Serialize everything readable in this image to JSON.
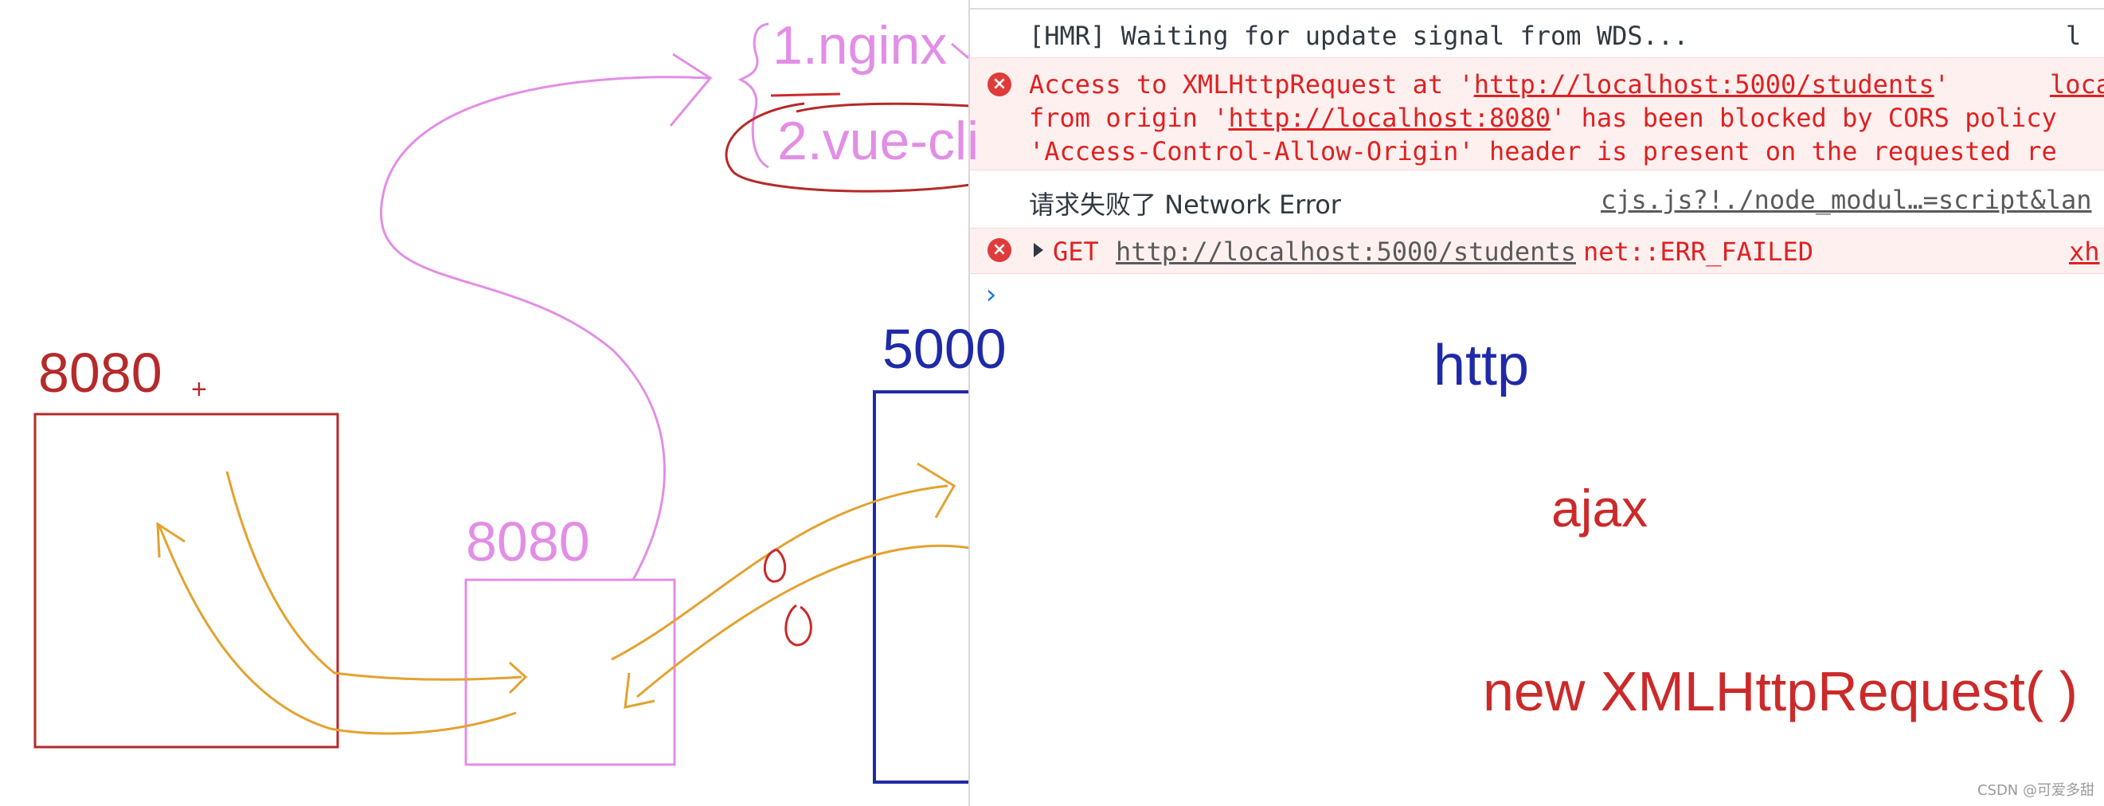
{
  "annotations": {
    "opt1": "1.nginx",
    "opt2": "2.vue-cli",
    "port_client": "8080",
    "port_proxy": "8080",
    "port_server": "5000",
    "plus": "+",
    "http": "http",
    "ajax": "ajax",
    "xhr": "new XMLHttpRequest( )"
  },
  "console": {
    "hmr": "[HMR] Waiting for update signal from WDS...",
    "hmr_src": "l",
    "err1_line1_prefix": "Access to XMLHttpRequest at '",
    "err1_url": "http://localhost:5000/students",
    "err1_line1_suffix": "'",
    "err1_src": "loca",
    "err1_line2_prefix": "from origin '",
    "err1_origin": "http://localhost:8080",
    "err1_line2_suffix": "' has been blocked by CORS policy",
    "err1_line3": "'Access-Control-Allow-Origin' header is present on the requested re",
    "log_text": "请求失败了 Network Error",
    "log_src": "cjs.js?!./node_modul…=script&lan",
    "get_method": "GET",
    "get_url": "http://localhost:5000/students",
    "get_status": "net::ERR_FAILED",
    "get_src": "xh",
    "prompt": "›"
  },
  "watermark": "CSDN @可爱多甜",
  "colors": {
    "pink": "#e28ee6",
    "orange": "#e3a22f",
    "darkred": "#b52a2a",
    "red": "#cc2a2a",
    "navy": "#1f2aa8",
    "console_error": "#e02020"
  }
}
